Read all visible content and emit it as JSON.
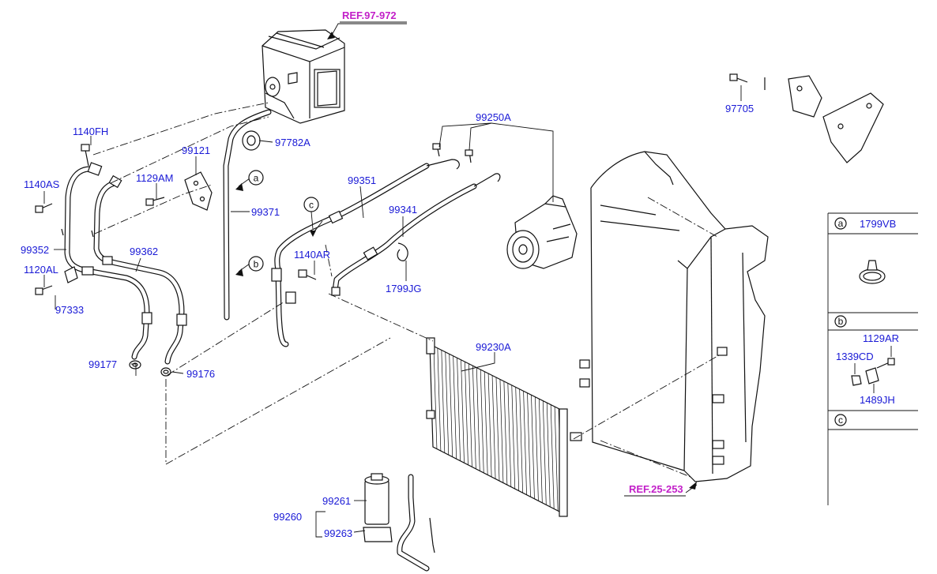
{
  "refs": {
    "ref_top": "REF.97-972",
    "ref_radiator": "REF.25-253"
  },
  "callouts": {
    "a": "a",
    "b": "b",
    "c": "c"
  },
  "labels": {
    "p97782A": "97782A",
    "p99371": "99371",
    "p1140FH": "1140FH",
    "p99121": "99121",
    "p1140AS": "1140AS",
    "p1129AM": "1129AM",
    "p99352": "99352",
    "p99362": "99362",
    "p1120AL": "1120AL",
    "p97333": "97333",
    "p99177": "99177",
    "p99176": "99176",
    "p99250A": "99250A",
    "p99351": "99351",
    "p99341": "99341",
    "p1140AR": "1140AR",
    "p1799JG": "1799JG",
    "p99230A": "99230A",
    "p97705": "97705",
    "p99260": "99260",
    "p99261": "99261",
    "p99263": "99263"
  },
  "legend": {
    "a": {
      "key": "a",
      "part": "1799VB"
    },
    "b": {
      "key": "b",
      "parts": [
        "1129AR",
        "1339CD",
        "1489JH"
      ]
    },
    "c": {
      "key": "c"
    }
  },
  "colors": {
    "part_label": "#1a1ad6",
    "ref_label": "#c21fc8",
    "line": "#111111"
  }
}
